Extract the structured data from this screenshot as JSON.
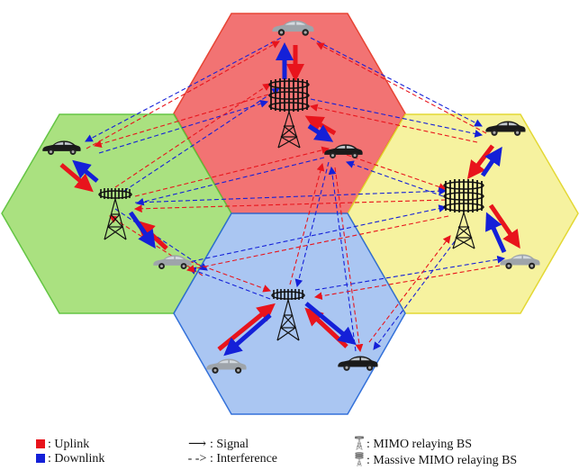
{
  "colors": {
    "uplink": "#e8141c",
    "downlink": "#1420d8",
    "cell_top": "#f26c6c",
    "cell_left": "#a6e07a",
    "cell_right": "#f6f29a",
    "cell_bottom": "#a6c4f2"
  },
  "icons": {
    "car": "car-icon",
    "mimo_bs": "antenna-tower-icon",
    "massive_bs": "massive-mimo-tower-icon"
  },
  "legend": {
    "uplink": ": Uplink",
    "downlink": ": Downlink",
    "signal": ": Signal",
    "interference": ": Interference",
    "mimo_bs": ": MIMO relaying BS",
    "massive_bs": ": Massive MIMO relaying BS"
  }
}
